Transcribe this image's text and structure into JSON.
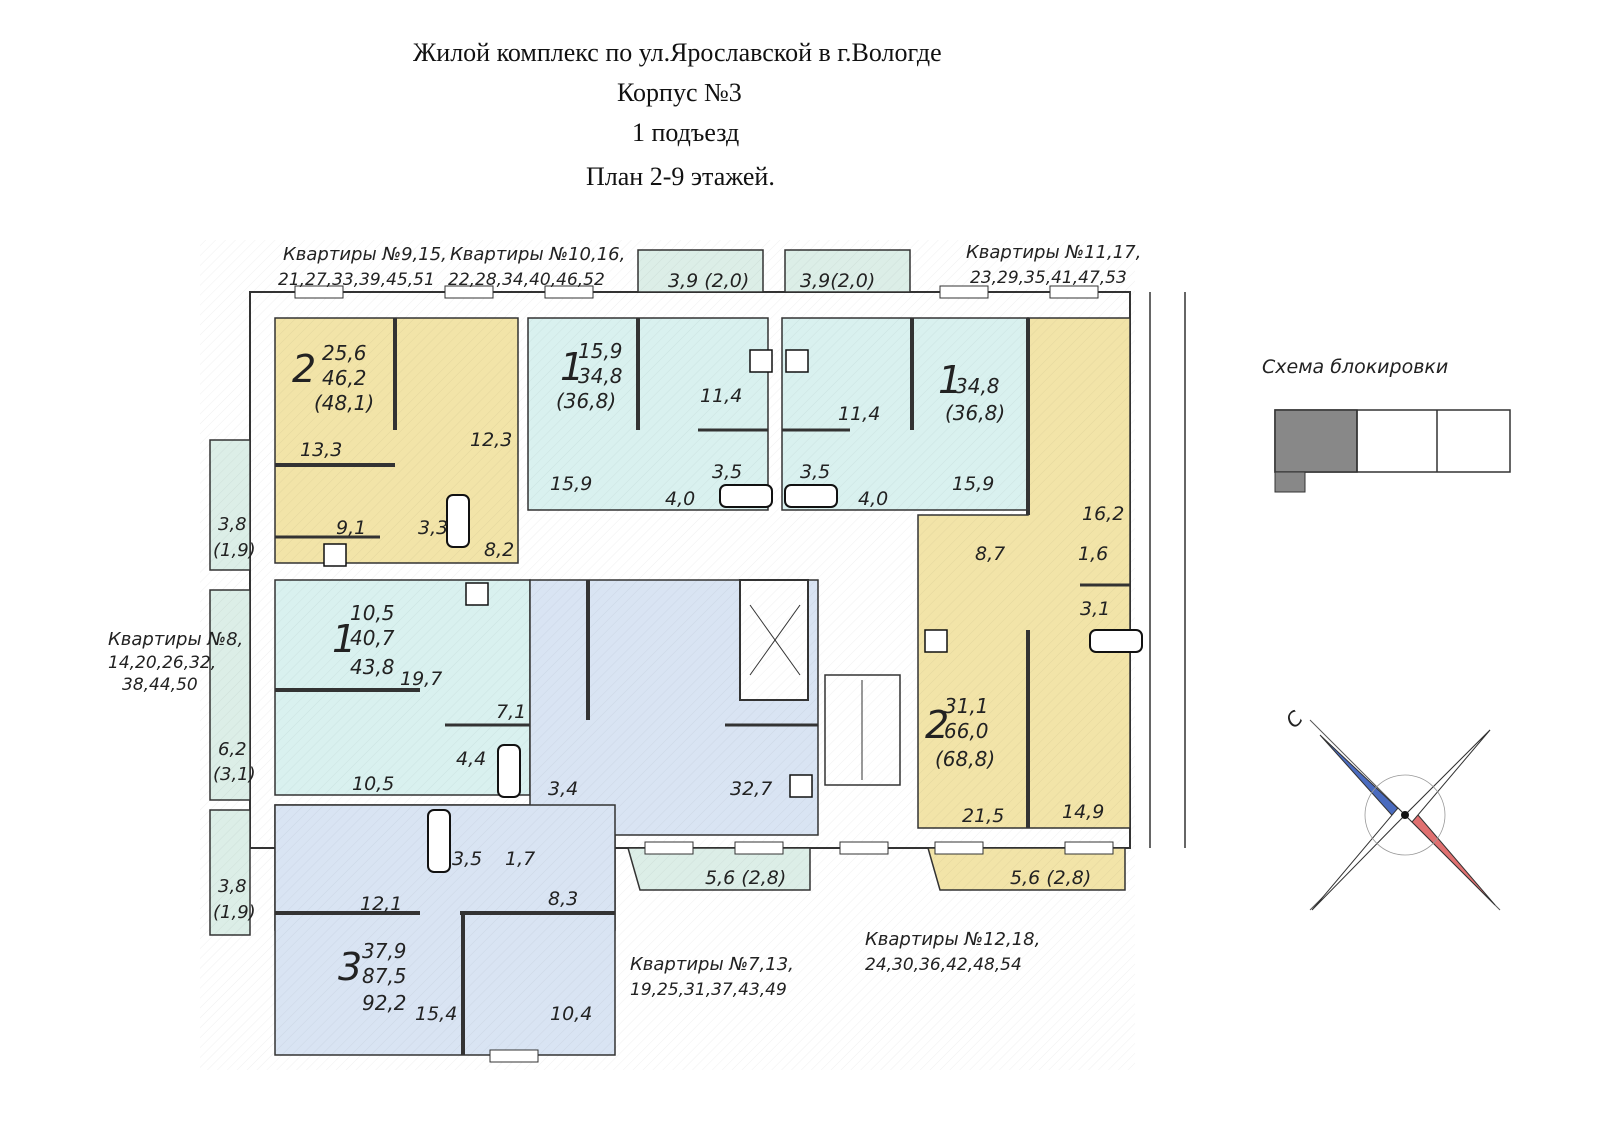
{
  "title": {
    "line1": "Жилой комплекс по ул.Ярославской в г.Вологде",
    "line2": "Корпус №3",
    "line3": "1 подъезд",
    "line4": "План 2-9 этажей."
  },
  "schema_label": "Схема блокировки",
  "compass_letter": "С",
  "colors": {
    "yellow": "#f2e4a8",
    "cyan": "#d9f1ef",
    "blue": "#d9e4f3",
    "green": "#dceee7",
    "wall": "#ffffff",
    "line": "#333333"
  },
  "groups": {
    "g9": {
      "title": "Квартиры №9,15,",
      "nums": "21,27,33,39,45,51"
    },
    "g10": {
      "title": "Квартиры №10,16,",
      "nums": "22,28,34,40,46,52"
    },
    "g11": {
      "title": "Квартиры №11,17,",
      "nums": "23,29,35,41,47,53"
    },
    "g8": {
      "title": "Квартиры №8,",
      "nums1": "14,20,26,32,",
      "nums2": "38,44,50"
    },
    "g7": {
      "title": "Квартиры №7,13,",
      "nums": "19,25,31,37,43,49"
    },
    "g12": {
      "title": "Квартиры №12,18,",
      "nums": "24,30,36,42,48,54"
    }
  },
  "apartments": {
    "a9": {
      "rooms": "2",
      "living": "25,6",
      "total": "46,2",
      "full": "(48,1)"
    },
    "a10": {
      "rooms": "1",
      "living": "15,9",
      "total": "34,8",
      "full": "(36,8)"
    },
    "a11": {
      "rooms": "1",
      "total": "34,8",
      "full": "(36,8)"
    },
    "a8": {
      "rooms": "1",
      "living": "10,5",
      "total": "40,7",
      "full": "43,8"
    },
    "a12": {
      "rooms": "2",
      "living": "31,1",
      "total": "66,0",
      "full": "(68,8)"
    },
    "a7": {
      "rooms": "3",
      "living": "37,9",
      "total": "87,5",
      "full": "92,2"
    }
  },
  "areas": {
    "b1": "3,9 (2,0)",
    "b2": "3,9(2,0)",
    "a_13_3": "13,3",
    "a_12_3": "12,3",
    "a_9_1": "9,1",
    "a_3_3": "3,3",
    "a_8_2": "8,2",
    "l_3_8": "3,8",
    "l_1_9": "(1,9)",
    "a_11_4a": "11,4",
    "a_11_4b": "11,4",
    "a_3_5a": "3,5",
    "a_3_5b": "3,5",
    "a_4_0a": "4,0",
    "a_4_0b": "4,0",
    "a_15_9a": "15,9",
    "a_15_9b": "15,9",
    "a_16_2": "16,2",
    "a_8_7": "8,7",
    "a_1_6": "1,6",
    "a_3_1": "3,1",
    "a_19_7": "19,7",
    "a_7_1": "7,1",
    "a_4_4": "4,4",
    "a_10_5": "10,5",
    "l_6_2": "6,2",
    "l_3_1": "(3,1)",
    "a_3_4": "3,4",
    "a_32_7": "32,7",
    "a_21_5": "21,5",
    "a_14_9": "14,9",
    "b3": "5,6 (2,8)",
    "b4": "5,6 (2,8)",
    "a_3_5c": "3,5",
    "a_1_7": "1,7",
    "a_12_1": "12,1",
    "a_8_3": "8,3",
    "l_3_8b": "3,8",
    "l_1_9b": "(1,9)",
    "a_15_4": "15,4",
    "a_10_4": "10,4"
  }
}
